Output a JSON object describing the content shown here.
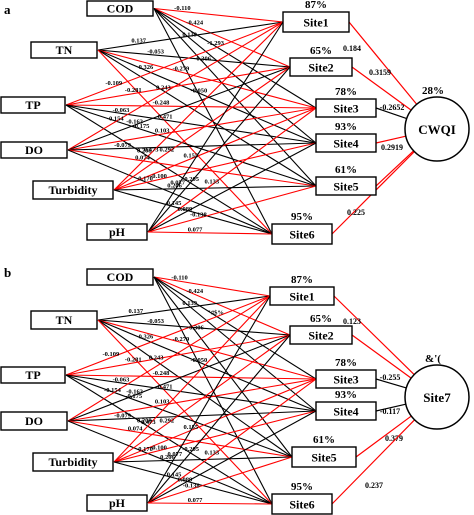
{
  "colors": {
    "positive": "#000000",
    "negative": "#ff0000"
  },
  "panels": [
    {
      "letter": "a",
      "inputs": [
        "COD",
        "TN",
        "TP",
        "DO",
        "Turbidity",
        "pH"
      ],
      "sites": [
        {
          "label": "Site1",
          "pct": "87%"
        },
        {
          "label": "Site2",
          "pct": "65%"
        },
        {
          "label": "Site3",
          "pct": "78%"
        },
        {
          "label": "Site4",
          "pct": "93%"
        },
        {
          "label": "Site5",
          "pct": "61%"
        },
        {
          "label": "Site6",
          "pct": "95%"
        }
      ],
      "output": {
        "label": "CWQI",
        "pct": "28%"
      },
      "links": [
        {
          "from": 0,
          "to": 0,
          "sign": "neg",
          "w": "-0.110"
        },
        {
          "from": 0,
          "to": 1,
          "sign": "neg",
          "w": "-0.424"
        },
        {
          "from": 0,
          "to": 2,
          "sign": "pos",
          "w": "-1.293"
        },
        {
          "from": 0,
          "to": 3,
          "sign": "pos",
          "w": "0.139"
        },
        {
          "from": 0,
          "to": 4,
          "sign": "pos",
          "w": "-0.306"
        },
        {
          "from": 0,
          "to": 5,
          "sign": "pos",
          "w": "-0.050"
        },
        {
          "from": 1,
          "to": 0,
          "sign": "pos",
          "w": "0.137"
        },
        {
          "from": 1,
          "to": 1,
          "sign": "pos",
          "w": "-0.053"
        },
        {
          "from": 1,
          "to": 2,
          "sign": "neg",
          "w": "-0.279"
        },
        {
          "from": 1,
          "to": 3,
          "sign": "pos",
          "w": "0.326"
        },
        {
          "from": 1,
          "to": 4,
          "sign": "pos",
          "w": "0.243"
        },
        {
          "from": 1,
          "to": 5,
          "sign": "neg",
          "w": "-0.471"
        },
        {
          "from": 2,
          "to": 0,
          "sign": "neg",
          "w": "-0.109"
        },
        {
          "from": 2,
          "to": 1,
          "sign": "neg",
          "w": "-0.281"
        },
        {
          "from": 2,
          "to": 2,
          "sign": "neg",
          "w": "-0.248"
        },
        {
          "from": 2,
          "to": 3,
          "sign": "pos",
          "w": "-0.063"
        },
        {
          "from": 2,
          "to": 4,
          "sign": "pos",
          "w": "-0.175"
        },
        {
          "from": 2,
          "to": 5,
          "sign": "pos",
          "w": "0.208"
        },
        {
          "from": 3,
          "to": 0,
          "sign": "neg",
          "w": "-0.154"
        },
        {
          "from": 3,
          "to": 1,
          "sign": "pos",
          "w": "-0.163"
        },
        {
          "from": 3,
          "to": 2,
          "sign": "neg",
          "w": "0.103"
        },
        {
          "from": 3,
          "to": 3,
          "sign": "pos",
          "w": "-0.079"
        },
        {
          "from": 3,
          "to": 4,
          "sign": "neg",
          "w": "0.074"
        },
        {
          "from": 3,
          "to": 5,
          "sign": "pos",
          "w": "0.170"
        },
        {
          "from": 4,
          "to": 0,
          "sign": "neg",
          "w": "0.473"
        },
        {
          "from": 4,
          "to": 1,
          "sign": "neg",
          "w": "0.292"
        },
        {
          "from": 4,
          "to": 2,
          "sign": "neg",
          "w": "0.155"
        },
        {
          "from": 4,
          "to": 3,
          "sign": "neg",
          "w": "-0.100"
        },
        {
          "from": 4,
          "to": 4,
          "sign": "pos",
          "w": "0.206"
        },
        {
          "from": 4,
          "to": 5,
          "sign": "pos",
          "w": "0.145"
        },
        {
          "from": 5,
          "to": 0,
          "sign": "pos",
          "w": "0.077"
        },
        {
          "from": 5,
          "to": 1,
          "sign": "pos",
          "w": "-0.205"
        },
        {
          "from": 5,
          "to": 2,
          "sign": "neg",
          "w": "0.133"
        },
        {
          "from": 5,
          "to": 3,
          "sign": "pos",
          "w": "0.089"
        },
        {
          "from": 5,
          "to": 4,
          "sign": "neg",
          "w": "-0.138"
        },
        {
          "from": 5,
          "to": 5,
          "sign": "neg",
          "w": "0.077"
        }
      ],
      "outputs": [
        {
          "site": 0,
          "sign": "neg",
          "w": "0.184"
        },
        {
          "site": 1,
          "sign": "neg",
          "w": "0.3159"
        },
        {
          "site": 2,
          "sign": "pos",
          "w": "-0.2652"
        },
        {
          "site": 3,
          "sign": "neg",
          "w": "0.2919"
        },
        {
          "site": 4,
          "sign": "neg",
          "w": ""
        },
        {
          "site": 5,
          "sign": "neg",
          "w": "0.225"
        }
      ]
    },
    {
      "letter": "b",
      "inputs": [
        "COD",
        "TN",
        "TP",
        "DO",
        "Turbidity",
        "pH"
      ],
      "sites": [
        {
          "label": "Site1",
          "pct": "87%"
        },
        {
          "label": "Site2",
          "pct": "65%"
        },
        {
          "label": "Site3",
          "pct": "78%"
        },
        {
          "label": "Site4",
          "pct": "93%"
        },
        {
          "label": "Site5",
          "pct": "61%"
        },
        {
          "label": "Site6",
          "pct": "95%"
        }
      ],
      "output": {
        "label": "Site7",
        "pct": "&'("
      },
      "links": [
        {
          "from": 0,
          "to": 0,
          "sign": "neg",
          "w": "-0.110"
        },
        {
          "from": 0,
          "to": 1,
          "sign": "neg",
          "w": "-0.424"
        },
        {
          "from": 0,
          "to": 2,
          "sign": "pos",
          "w": "\"#$%"
        },
        {
          "from": 0,
          "to": 3,
          "sign": "pos",
          "w": "0.139"
        },
        {
          "from": 0,
          "to": 4,
          "sign": "pos",
          "w": "-0.306"
        },
        {
          "from": 0,
          "to": 5,
          "sign": "pos",
          "w": "-0.050"
        },
        {
          "from": 1,
          "to": 0,
          "sign": "pos",
          "w": "0.137"
        },
        {
          "from": 1,
          "to": 1,
          "sign": "pos",
          "w": "-0.053"
        },
        {
          "from": 1,
          "to": 2,
          "sign": "neg",
          "w": "-0.279"
        },
        {
          "from": 1,
          "to": 3,
          "sign": "pos",
          "w": "0.326"
        },
        {
          "from": 1,
          "to": 4,
          "sign": "pos",
          "w": "0.243"
        },
        {
          "from": 1,
          "to": 5,
          "sign": "neg",
          "w": "-0.471"
        },
        {
          "from": 2,
          "to": 0,
          "sign": "neg",
          "w": "-0.109"
        },
        {
          "from": 2,
          "to": 1,
          "sign": "neg",
          "w": "-0.281"
        },
        {
          "from": 2,
          "to": 2,
          "sign": "neg",
          "w": "-0.248"
        },
        {
          "from": 2,
          "to": 3,
          "sign": "pos",
          "w": "-0.063"
        },
        {
          "from": 2,
          "to": 4,
          "sign": "pos",
          "w": "-0.175"
        },
        {
          "from": 2,
          "to": 5,
          "sign": "pos",
          "w": "0.208"
        },
        {
          "from": 3,
          "to": 0,
          "sign": "neg",
          "w": "-0.154"
        },
        {
          "from": 3,
          "to": 1,
          "sign": "pos",
          "w": "-0.163"
        },
        {
          "from": 3,
          "to": 2,
          "sign": "neg",
          "w": "0.103"
        },
        {
          "from": 3,
          "to": 3,
          "sign": "pos",
          "w": "-0.079"
        },
        {
          "from": 3,
          "to": 4,
          "sign": "neg",
          "w": "0.074"
        },
        {
          "from": 3,
          "to": 5,
          "sign": "pos",
          "w": "0.170"
        },
        {
          "from": 4,
          "to": 0,
          "sign": "neg",
          "w": "0.473"
        },
        {
          "from": 4,
          "to": 1,
          "sign": "neg",
          "w": "0.292"
        },
        {
          "from": 4,
          "to": 2,
          "sign": "neg",
          "w": "0.155"
        },
        {
          "from": 4,
          "to": 3,
          "sign": "neg",
          "w": "-0.100"
        },
        {
          "from": 4,
          "to": 4,
          "sign": "pos",
          "w": "0.206"
        },
        {
          "from": 4,
          "to": 5,
          "sign": "pos",
          "w": "0.145"
        },
        {
          "from": 5,
          "to": 0,
          "sign": "pos",
          "w": "0.077"
        },
        {
          "from": 5,
          "to": 1,
          "sign": "pos",
          "w": "-0.205"
        },
        {
          "from": 5,
          "to": 2,
          "sign": "neg",
          "w": "0.133"
        },
        {
          "from": 5,
          "to": 3,
          "sign": "pos",
          "w": "0.089"
        },
        {
          "from": 5,
          "to": 4,
          "sign": "neg",
          "w": "-0.138"
        },
        {
          "from": 5,
          "to": 5,
          "sign": "neg",
          "w": "0.077"
        }
      ],
      "outputs": [
        {
          "site": 0,
          "sign": "neg",
          "w": "0.123"
        },
        {
          "site": 1,
          "sign": "neg",
          "w": ""
        },
        {
          "site": 2,
          "sign": "pos",
          "w": "-0.255"
        },
        {
          "site": 3,
          "sign": "pos",
          "w": "-0.117"
        },
        {
          "site": 4,
          "sign": "neg",
          "w": "0.379"
        },
        {
          "site": 5,
          "sign": "neg",
          "w": "0.237"
        }
      ]
    }
  ]
}
